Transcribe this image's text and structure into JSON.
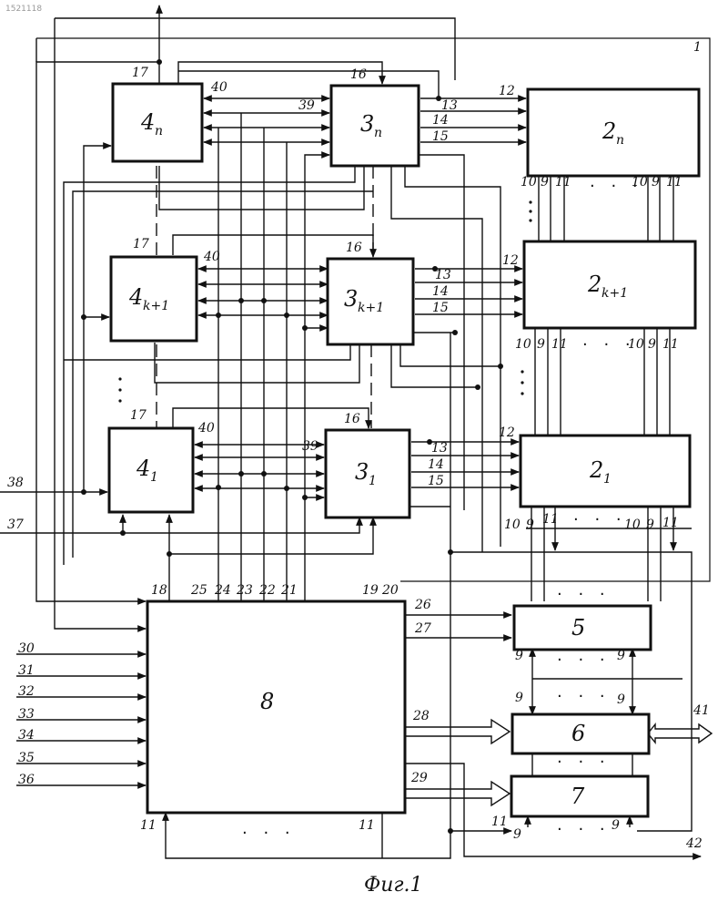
{
  "corner_text": "1521118",
  "caption": "Фиг.1",
  "frame_label": "1",
  "blocks": {
    "b4n": {
      "main": "4",
      "sub": "п"
    },
    "b4k": {
      "main": "4",
      "sub": "k+1"
    },
    "b41": {
      "main": "4",
      "sub": "1"
    },
    "b3n": {
      "main": "3",
      "sub": "п"
    },
    "b3k": {
      "main": "3",
      "sub": "k+1"
    },
    "b31": {
      "main": "3",
      "sub": "1"
    },
    "b2n": {
      "main": "2",
      "sub": "п"
    },
    "b2k": {
      "main": "2",
      "sub": "k+1"
    },
    "b21": {
      "main": "2",
      "sub": "1"
    },
    "b8": {
      "main": "8"
    },
    "b5": {
      "main": "5"
    },
    "b6": {
      "main": "6"
    },
    "b7": {
      "main": "7"
    }
  },
  "ports": {
    "p17": "17",
    "p40": "40",
    "p39": "39",
    "p16": "16",
    "p12": "12",
    "p13": "13",
    "p14": "14",
    "p15": "15",
    "p10": "10",
    "p9": "9",
    "p11": "11",
    "p18": "18",
    "p25": "25",
    "p24": "24",
    "p23": "23",
    "p22": "22",
    "p21": "21",
    "p19": "19",
    "p20": "20",
    "p26": "26",
    "p27": "27",
    "p28": "28",
    "p29": "29",
    "p30": "30",
    "p31": "31",
    "p32": "32",
    "p33": "33",
    "p34": "34",
    "p35": "35",
    "p36": "36",
    "p37": "37",
    "p38": "38",
    "p41": "41",
    "p42": "42"
  },
  "ellipsis": "· · ·"
}
